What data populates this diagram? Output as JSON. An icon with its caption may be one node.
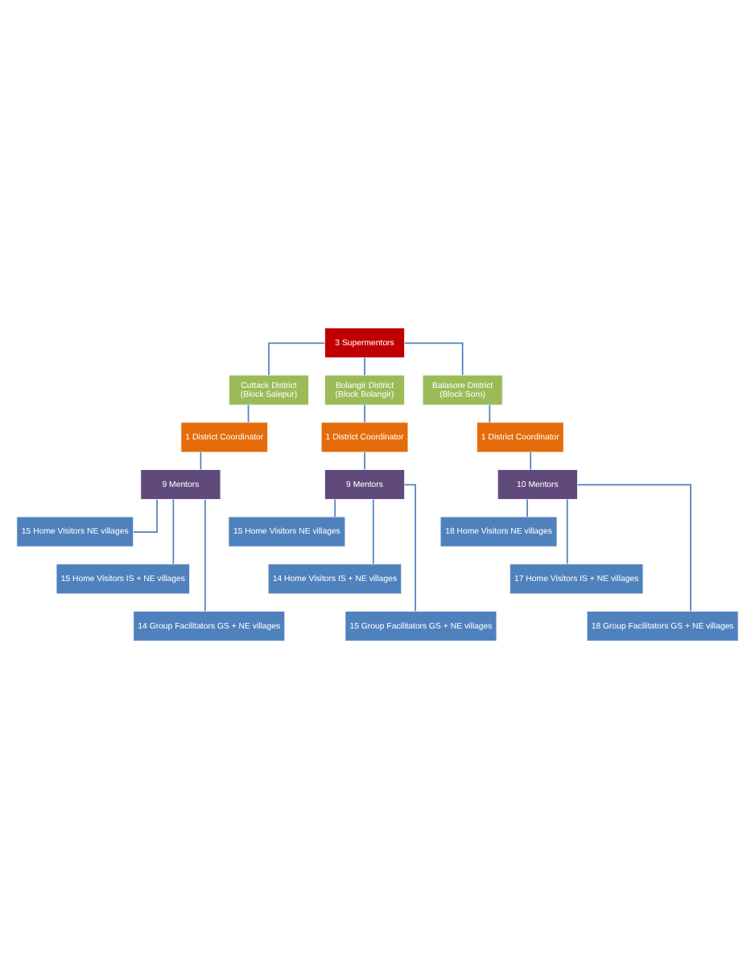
{
  "diagram": {
    "nodes": [
      {
        "text": [
          "3 Supermentors"
        ]
      },
      {
        "text": [
          "Cuttack District",
          "(Block Salepur)"
        ]
      },
      {
        "text": [
          "Bolangir District",
          "(Block Bolangir)"
        ]
      },
      {
        "text": [
          "Balasore District",
          "(Block Soro)"
        ]
      },
      {
        "text": [
          "1 District Coordinator"
        ]
      },
      {
        "text": [
          "1 District Coordinator"
        ]
      },
      {
        "text": [
          "1 District Coordinator"
        ]
      },
      {
        "text": [
          "9 Mentors"
        ]
      },
      {
        "text": [
          "9 Mentors"
        ]
      },
      {
        "text": [
          "10 Mentors"
        ]
      },
      {
        "text": [
          "15 Home Visitors NE villages"
        ]
      },
      {
        "text": [
          "15 Home Visitors NE villages"
        ]
      },
      {
        "text": [
          "18 Home Visitors NE villages"
        ]
      },
      {
        "text": [
          "15 Home Visitors IS + NE villages"
        ]
      },
      {
        "text": [
          "14 Home Visitors IS + NE villages"
        ]
      },
      {
        "text": [
          "17 Home Visitors IS + NE villages"
        ]
      },
      {
        "text": [
          "14 Group Facilitators GS + NE villages"
        ]
      },
      {
        "text": [
          "15 Group Facilitators GS + NE villages"
        ]
      },
      {
        "text": [
          "18 Group Facilitators GS + NE villages"
        ]
      }
    ],
    "edges": [
      {
        "from": 0,
        "to": 1,
        "arrow": "none"
      },
      {
        "from": 0,
        "to": 2,
        "arrow": "none"
      },
      {
        "from": 0,
        "to": 3,
        "arrow": "none"
      },
      {
        "from": 1,
        "to": 4,
        "arrow": "none"
      },
      {
        "from": 2,
        "to": 5,
        "arrow": "none"
      },
      {
        "from": 3,
        "to": 6,
        "arrow": "none"
      },
      {
        "from": 4,
        "to": 7,
        "arrow": "none"
      },
      {
        "from": 5,
        "to": 8,
        "arrow": "none"
      },
      {
        "from": 6,
        "to": 9,
        "arrow": "none"
      },
      {
        "from": 7,
        "to": 10,
        "arrow": "none"
      },
      {
        "from": 7,
        "to": 13,
        "arrow": "none"
      },
      {
        "from": 7,
        "to": 16,
        "arrow": "none"
      },
      {
        "from": 8,
        "to": 11,
        "arrow": "none"
      },
      {
        "from": 8,
        "to": 14,
        "arrow": "none"
      },
      {
        "from": 8,
        "to": 17,
        "arrow": "none"
      },
      {
        "from": 9,
        "to": 12,
        "arrow": "none"
      },
      {
        "from": 9,
        "to": 15,
        "arrow": "none"
      },
      {
        "from": 9,
        "to": 18,
        "arrow": "none"
      }
    ]
  }
}
